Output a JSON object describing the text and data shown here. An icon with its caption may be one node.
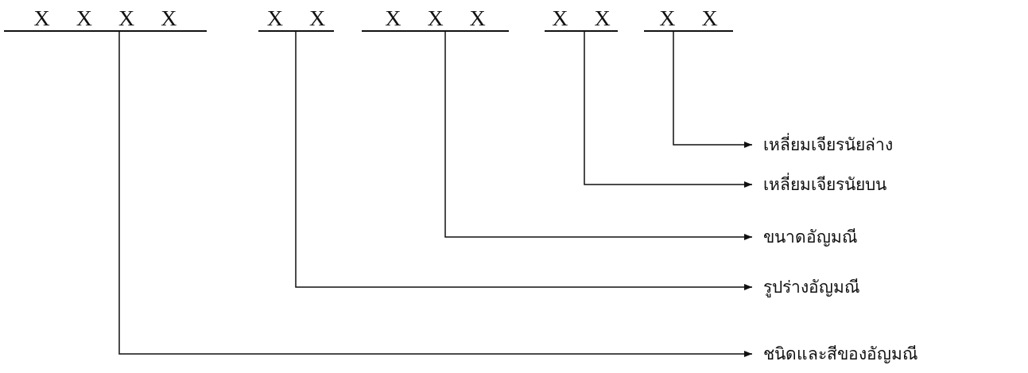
{
  "diagram": {
    "nodes": [
      {
        "text": [
          "X X X X"
        ]
      },
      {
        "text": [
          "X X"
        ]
      },
      {
        "text": [
          "X X X"
        ]
      },
      {
        "text": [
          "X X"
        ]
      },
      {
        "text": [
          "X X"
        ]
      },
      {
        "text": [
          "เหลี่ยมเจียรนัยล่าง"
        ]
      },
      {
        "text": [
          "เหลี่ยมเจียรนัยบน"
        ]
      },
      {
        "text": [
          "ขนาดอัญมณี"
        ]
      },
      {
        "text": [
          "รูปร่างอัญมณี"
        ]
      },
      {
        "text": [
          "ชนิดและสีของอัญมณี"
        ]
      }
    ],
    "edges": [
      {
        "from": 0,
        "to": 9,
        "arrow": "to"
      },
      {
        "from": 1,
        "to": 8,
        "arrow": "to"
      },
      {
        "from": 2,
        "to": 7,
        "arrow": "to"
      },
      {
        "from": 3,
        "to": 6,
        "arrow": "to"
      },
      {
        "from": 4,
        "to": 5,
        "arrow": "to"
      }
    ]
  }
}
